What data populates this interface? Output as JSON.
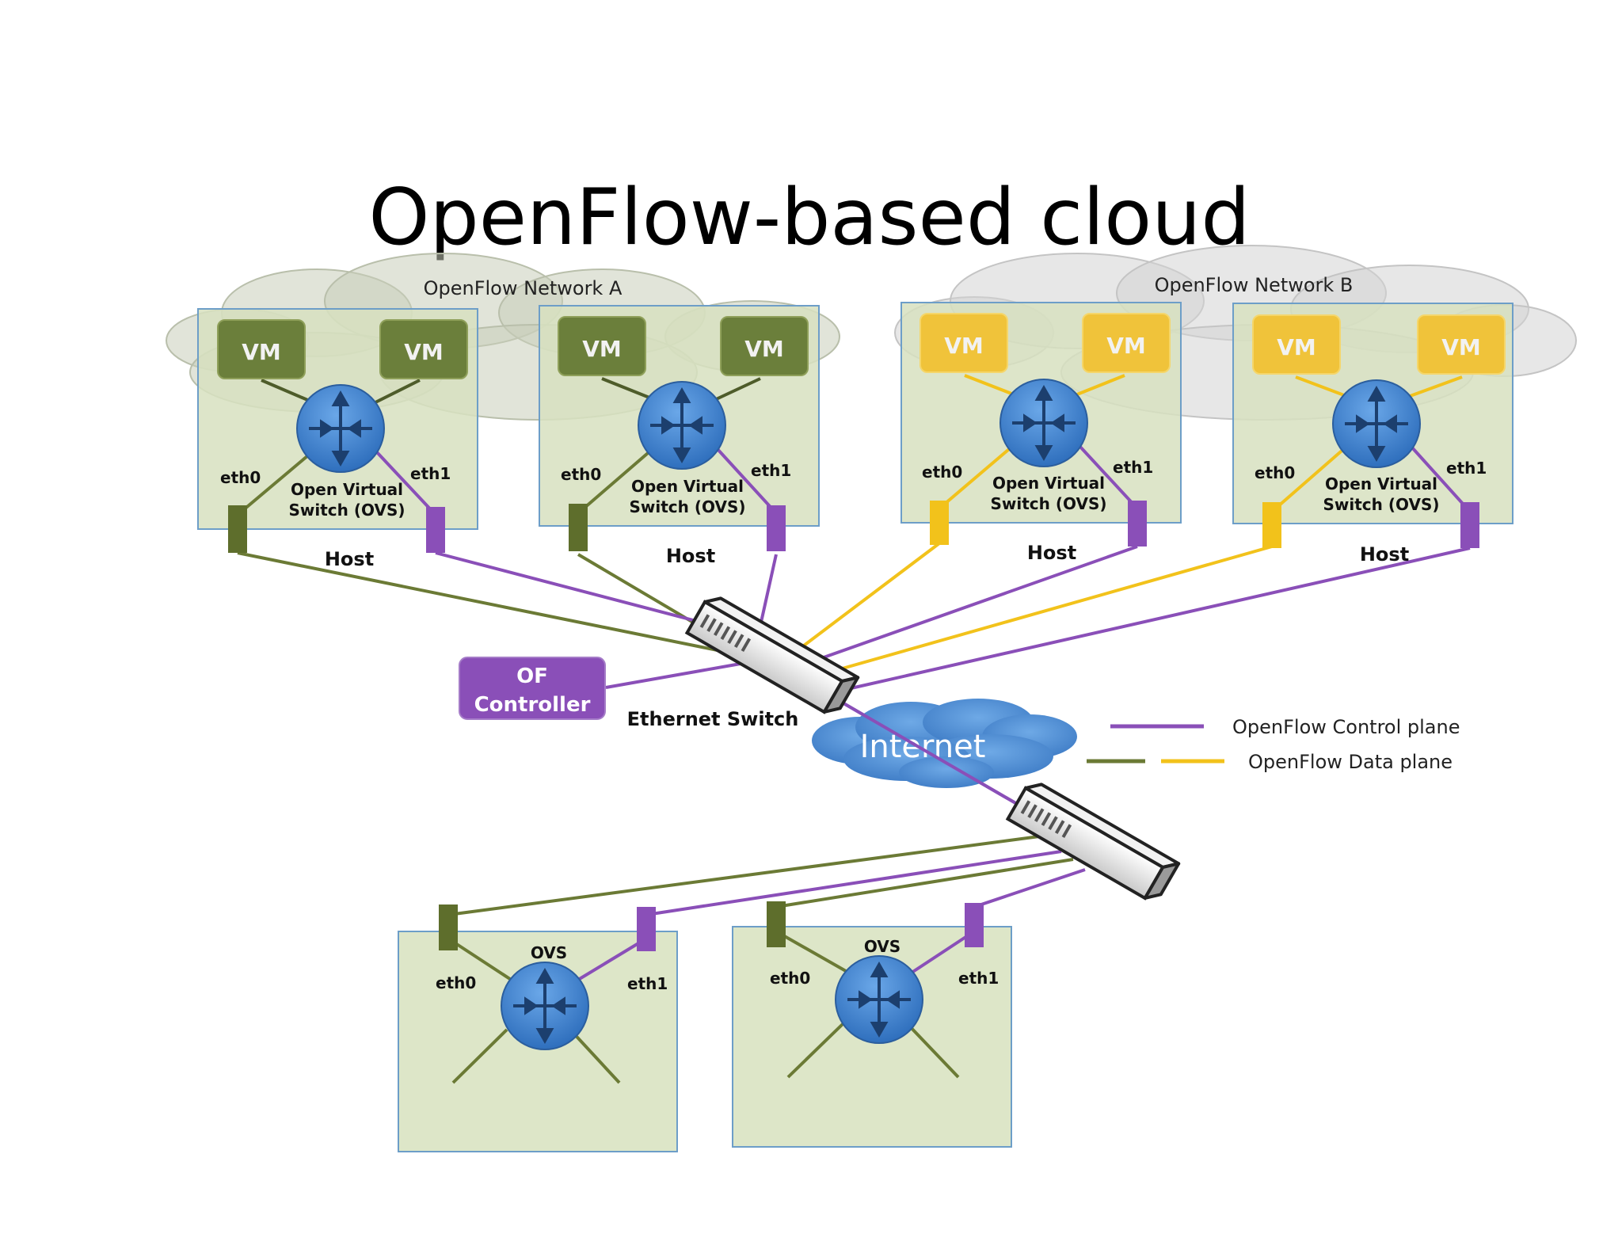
{
  "title": "OpenFlow-based cloud",
  "networks": {
    "a_label": "OpenFlow Network A",
    "b_label": "OpenFlow Network B"
  },
  "vm_label": "VM",
  "host_label": "Host",
  "ovs_label_line1": "Open Virtual",
  "ovs_label_line2": "Switch (OVS)",
  "ovs_short_label": "OVS",
  "eth0_label": "eth0",
  "eth1_label": "eth1",
  "controller": {
    "line1": "OF",
    "line2": "Controller"
  },
  "ethernet_switch_label": "Ethernet Switch",
  "internet_label": "Internet",
  "legend": {
    "control_plane": "OpenFlow Control plane",
    "data_plane": "OpenFlow Data plane"
  },
  "colors": {
    "control_plane": "#8a4fb8",
    "data_plane_network_a": "#6b7a35",
    "data_plane_network_b": "#f2c21b",
    "ovs_blue": "#3c7fca",
    "host_fill": "#dde6c8",
    "vm_green": "#6b7f3b",
    "vm_yellow": "#f0c33a",
    "controller_purple": "#8a4fb8"
  }
}
